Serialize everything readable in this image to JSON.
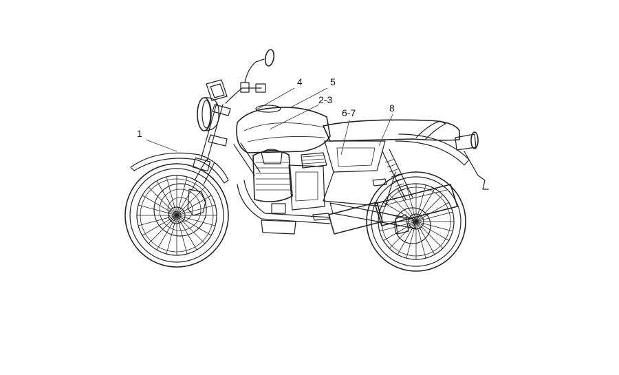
{
  "callouts": [
    {
      "id": "1",
      "text": "1"
    },
    {
      "id": "4",
      "text": "4"
    },
    {
      "id": "5",
      "text": "5"
    },
    {
      "id": "2-3",
      "text": "2-3"
    },
    {
      "id": "6-7",
      "text": "6-7"
    },
    {
      "id": "8",
      "text": "8"
    }
  ],
  "colors": {
    "line": "#222222",
    "background": "#ffffff"
  }
}
